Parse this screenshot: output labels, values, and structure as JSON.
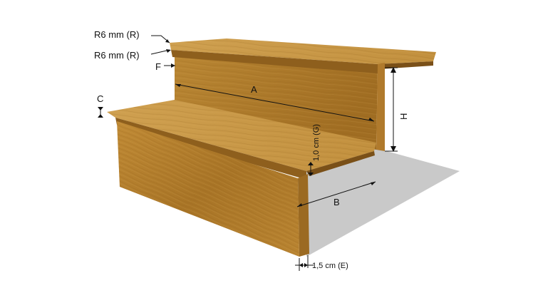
{
  "labels": {
    "r_top": "R6 mm (R)",
    "r_front": "R6 mm (R)",
    "f": "F",
    "c": "C",
    "a": "A",
    "b": "B",
    "h": "H",
    "g": "1,0 cm (G)",
    "e": "1,5 cm (E)"
  },
  "colors": {
    "wood_face": "#b8822f",
    "wood_light": "#c99a46",
    "wood_dark": "#8a5c1c",
    "shadow": "#c6c6c6",
    "line": "#111111"
  }
}
